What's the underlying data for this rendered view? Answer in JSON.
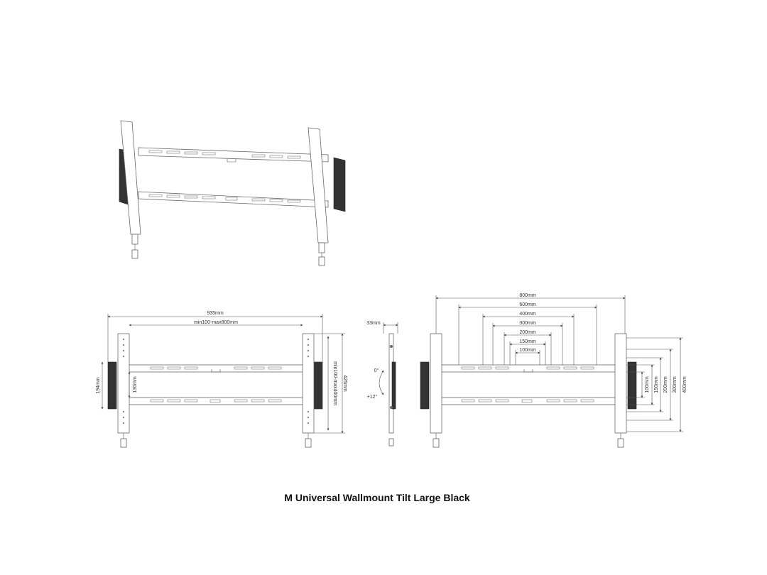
{
  "title": "M Universal Wallmount Tilt Large Black",
  "front_view": {
    "width_label": "935mm",
    "vesa_width_label": "min100-max800mm",
    "pad_height_label": "194mm",
    "center_label": "130mm",
    "vesa_height_label": "min100-max400mm",
    "total_height_label": "425mm"
  },
  "side_view": {
    "depth_label": "33mm",
    "tilt_min_label": "0°",
    "tilt_max_label": "+12°"
  },
  "vesa_view": {
    "horizontal_labels": [
      "800mm",
      "600mm",
      "400mm",
      "300mm",
      "200mm",
      "150mm",
      "100mm"
    ],
    "vertical_labels": [
      "100mm",
      "150mm",
      "200mm",
      "300mm",
      "400mm"
    ]
  }
}
